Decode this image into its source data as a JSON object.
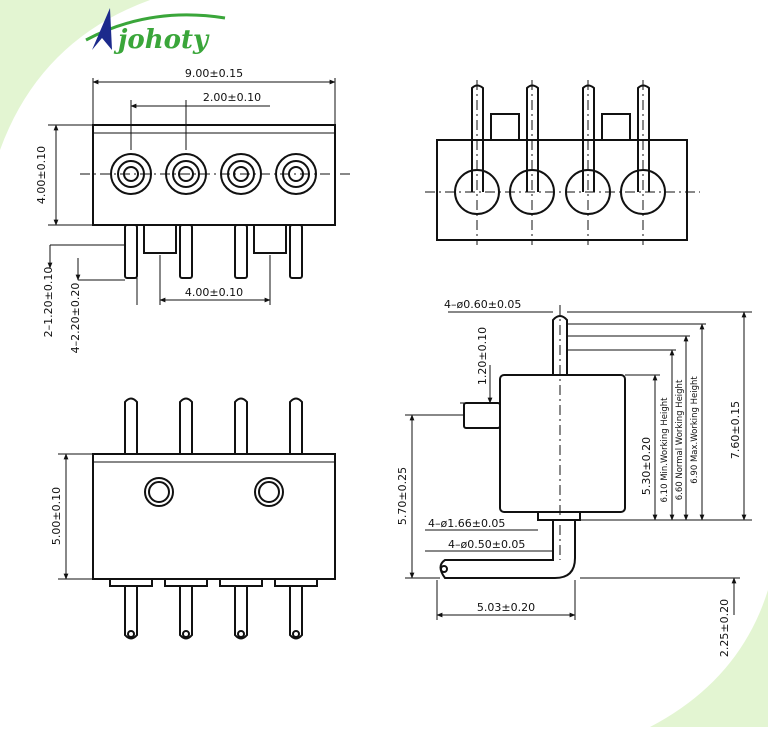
{
  "brand": {
    "name": "johoty",
    "accent": "#3aa63a",
    "mark_color": "#1c2a8c"
  },
  "colors": {
    "background": "#ffffff",
    "corner_wash": "#d8f2c0",
    "line": "#111111"
  },
  "views": {
    "top": {
      "dim_width": "9.00±0.15",
      "dim_pitch": "2.00±0.10",
      "dim_height": "4.00±0.10",
      "dim_pin_span": "4.00±0.10",
      "dim_pin_a": "2–1.20±0.10",
      "dim_pin_b": "4–2.20±0.20"
    },
    "front": {
      "pin_count": 4
    },
    "bottom": {
      "dim_height": "5.00±0.10"
    },
    "side": {
      "dim_pin_dia": "4–ø0.60±0.05",
      "dim_boss": "1.20±0.10",
      "dim_body": "5.30±0.20",
      "dim_min_working": "6.10  Min.Working  Height",
      "dim_normal_working": "6.60  Normal  Working  Height",
      "dim_max_working": "6.90  Max.Working  Height",
      "dim_total": "7.60±0.15",
      "dim_side_height": "5.70±0.25",
      "dim_flange_dia": "4–ø1.66±0.05",
      "dim_tail_dia": "4–ø0.50±0.05",
      "dim_tail_len": "5.03±0.20",
      "dim_tail_off": "2.25±0.20"
    }
  }
}
